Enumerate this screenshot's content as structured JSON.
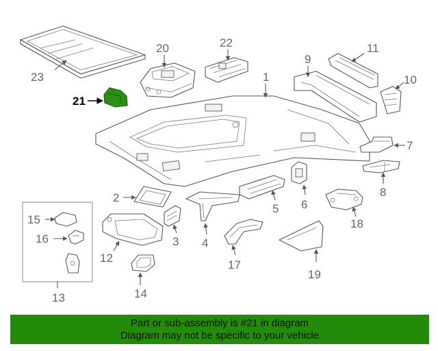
{
  "callouts": {
    "c1": "1",
    "c2": "2",
    "c3": "3",
    "c4": "4",
    "c5": "5",
    "c6": "6",
    "c7": "7",
    "c8": "8",
    "c9": "9",
    "c10": "10",
    "c11": "11",
    "c12": "12",
    "c13": "13",
    "c14": "14",
    "c15": "15",
    "c16": "16",
    "c17": "17",
    "c18": "18",
    "c19": "19",
    "c20": "20",
    "c21": "21",
    "c22": "22",
    "c23": "23"
  },
  "highlighted_part": "21",
  "colors": {
    "highlight": "#2d8f16",
    "banner": "#228b0a",
    "line": "#555555",
    "label": "#666666"
  },
  "banner": {
    "line1": "Part or sub-assembly is #21 in diagram",
    "line2": "Diagram may not be specific to your vehicle"
  }
}
